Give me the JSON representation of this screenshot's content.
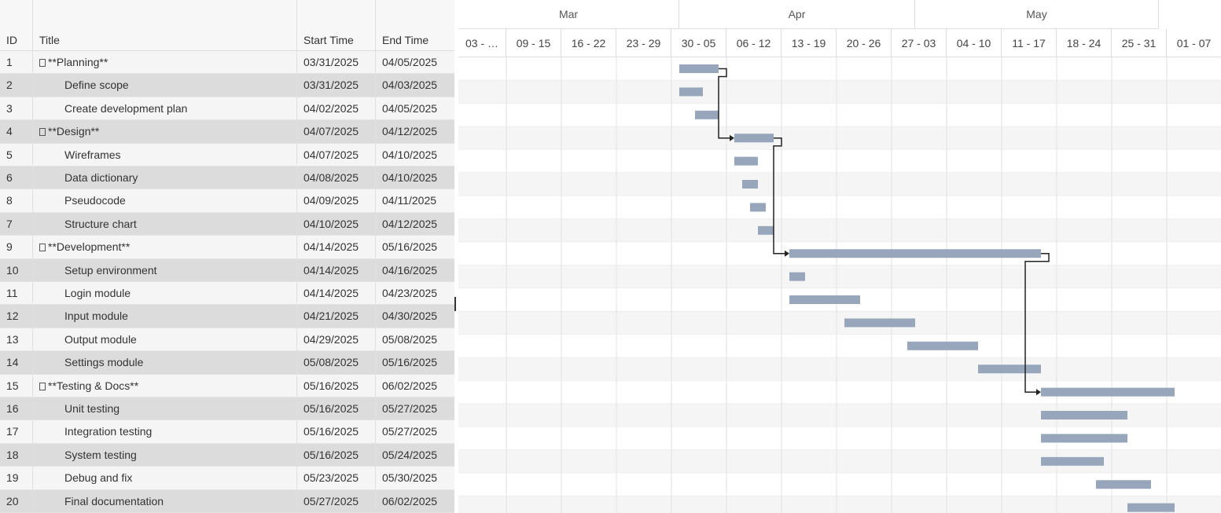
{
  "columns": {
    "id": "ID",
    "title": "Title",
    "start": "Start Time",
    "end": "End Time"
  },
  "timeline": {
    "months": [
      "Mar",
      "Apr",
      "May"
    ],
    "weeks": [
      "03 - …",
      "09 - 15",
      "16 - 22",
      "23 - 29",
      "30 - 05",
      "06 - 12",
      "13 - 19",
      "20 - 26",
      "27 - 03",
      "04 - 10",
      "11 - 17",
      "18 - 24",
      "25 - 31",
      "01 - 07"
    ]
  },
  "tasks": [
    {
      "id": "1",
      "title": "**Planning**",
      "start": "03/31/2025",
      "end": "04/05/2025",
      "group": true
    },
    {
      "id": "2",
      "title": "Define scope",
      "start": "03/31/2025",
      "end": "04/03/2025",
      "group": false
    },
    {
      "id": "3",
      "title": "Create development plan",
      "start": "04/02/2025",
      "end": "04/05/2025",
      "group": false
    },
    {
      "id": "4",
      "title": "**Design**",
      "start": "04/07/2025",
      "end": "04/12/2025",
      "group": true
    },
    {
      "id": "5",
      "title": "Wireframes",
      "start": "04/07/2025",
      "end": "04/10/2025",
      "group": false
    },
    {
      "id": "6",
      "title": "Data dictionary",
      "start": "04/08/2025",
      "end": "04/10/2025",
      "group": false
    },
    {
      "id": "8",
      "title": "Pseudocode",
      "start": "04/09/2025",
      "end": "04/11/2025",
      "group": false
    },
    {
      "id": "7",
      "title": "Structure chart",
      "start": "04/10/2025",
      "end": "04/12/2025",
      "group": false
    },
    {
      "id": "9",
      "title": "**Development**",
      "start": "04/14/2025",
      "end": "05/16/2025",
      "group": true
    },
    {
      "id": "10",
      "title": "Setup environment",
      "start": "04/14/2025",
      "end": "04/16/2025",
      "group": false
    },
    {
      "id": "11",
      "title": "Login module",
      "start": "04/14/2025",
      "end": "04/23/2025",
      "group": false
    },
    {
      "id": "12",
      "title": "Input module",
      "start": "04/21/2025",
      "end": "04/30/2025",
      "group": false
    },
    {
      "id": "13",
      "title": "Output module",
      "start": "04/29/2025",
      "end": "05/08/2025",
      "group": false
    },
    {
      "id": "14",
      "title": "Settings module",
      "start": "05/08/2025",
      "end": "05/16/2025",
      "group": false
    },
    {
      "id": "15",
      "title": "**Testing & Docs**",
      "start": "05/16/2025",
      "end": "06/02/2025",
      "group": true
    },
    {
      "id": "16",
      "title": "Unit testing",
      "start": "05/16/2025",
      "end": "05/27/2025",
      "group": false
    },
    {
      "id": "17",
      "title": "Integration testing",
      "start": "05/16/2025",
      "end": "05/27/2025",
      "group": false
    },
    {
      "id": "18",
      "title": "System testing",
      "start": "05/16/2025",
      "end": "05/24/2025",
      "group": false
    },
    {
      "id": "19",
      "title": "Debug and fix",
      "start": "05/23/2025",
      "end": "05/30/2025",
      "group": false
    },
    {
      "id": "20",
      "title": "Final documentation",
      "start": "05/27/2025",
      "end": "06/02/2025",
      "group": false
    }
  ],
  "colors": {
    "bar": "#97a6ba",
    "link": "#222222",
    "row_alt": "#f5f5f5",
    "row_sel": "#dcdcdc"
  }
}
